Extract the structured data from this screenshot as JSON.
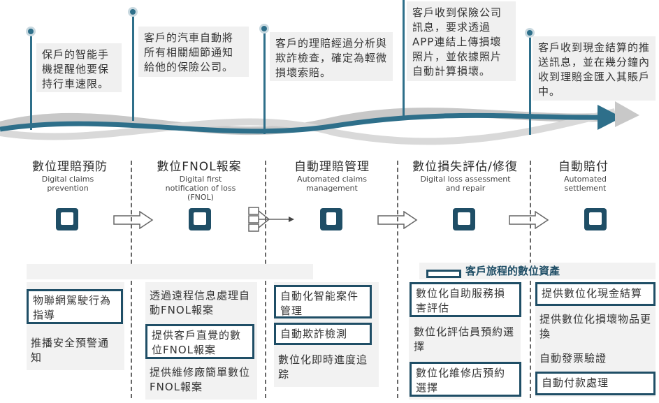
{
  "notes": [
    {
      "text": "保戶的智能手機提醒他要保持行車速限。"
    },
    {
      "text": "客戶的汽車自動將所有相關細節通知給他的保險公司。"
    },
    {
      "text": "客戶的理賠經過分析與欺詐檢查，確定為輕微損壞索賠。"
    },
    {
      "text": "客戶收到保險公司訊息，要求透過APP連結上傳損壞照片，並依據照片自動計算損壞。"
    },
    {
      "text": "客戶收到現金結算的推送訊息，並在幾分鐘內收到理賠金匯入其賬戶中。"
    }
  ],
  "stages": [
    {
      "zh": "數位理賠預防",
      "en": "Digital claims prevention",
      "icon": "tablet-icon"
    },
    {
      "zh": "數位FNOL報案",
      "en": "Digital first notification of loss (FNOL)",
      "icon": "monitor-icon"
    },
    {
      "zh": "自動理賠管理",
      "en": "Automated claims management",
      "icon": "document-icon"
    },
    {
      "zh": "數位損失評估/修復",
      "en": "Digital loss assessment and repair",
      "icon": "person-screen-icon"
    },
    {
      "zh": "自動賠付",
      "en": "Automated settlement",
      "icon": "check-screen-icon"
    }
  ],
  "legend": {
    "label": "客戶旅程的數位資產"
  },
  "columns": [
    {
      "items": [
        {
          "text": "物聯網駕駛行為指導",
          "boxed": true
        },
        {
          "text": "推播安全預警通知",
          "boxed": false
        }
      ]
    },
    {
      "items": [
        {
          "text": "透過遠程信息處理自動FNOL報案",
          "boxed": false
        },
        {
          "text": "提供客戶直覺的數位FNOL報案",
          "boxed": true
        },
        {
          "text": "提供維修廠簡單數位FNOL報案",
          "boxed": false
        }
      ]
    },
    {
      "items": [
        {
          "text": "自動化智能案件管理",
          "boxed": true
        },
        {
          "text": "自動欺詐檢測",
          "boxed": true
        },
        {
          "text": "數位化即時進度追踪",
          "boxed": false
        }
      ]
    },
    {
      "items": [
        {
          "text": "數位化自助服務損害評估",
          "boxed": true
        },
        {
          "text": "數位化評估員預約選擇",
          "boxed": false
        },
        {
          "text": "數位化維修店預約選擇",
          "boxed": true
        }
      ]
    },
    {
      "items": [
        {
          "text": "提供數位化現金結算",
          "boxed": true
        },
        {
          "text": "提供數位化損壞物品更換",
          "boxed": false
        },
        {
          "text": "自動發票驗證",
          "boxed": false
        },
        {
          "text": "自動付款處理",
          "boxed": true
        }
      ]
    }
  ]
}
